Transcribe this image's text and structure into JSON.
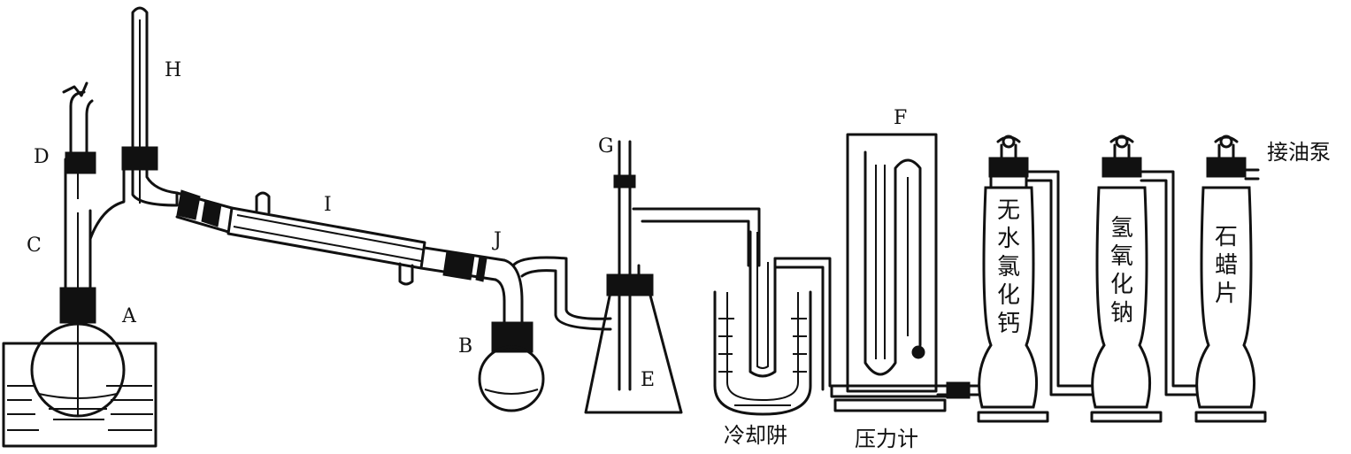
{
  "labels": {
    "A": "A",
    "B": "B",
    "C": "C",
    "D": "D",
    "E": "E",
    "F": "F",
    "G": "G",
    "H": "H",
    "I": "I",
    "J": "J"
  },
  "captions": {
    "cold_trap": "冷却阱",
    "manometer": "压力计",
    "to_oil_pump": "接油泵"
  },
  "tower_contents": [
    "无水氯化钙",
    "氢氧化钠",
    "石蜡片"
  ]
}
